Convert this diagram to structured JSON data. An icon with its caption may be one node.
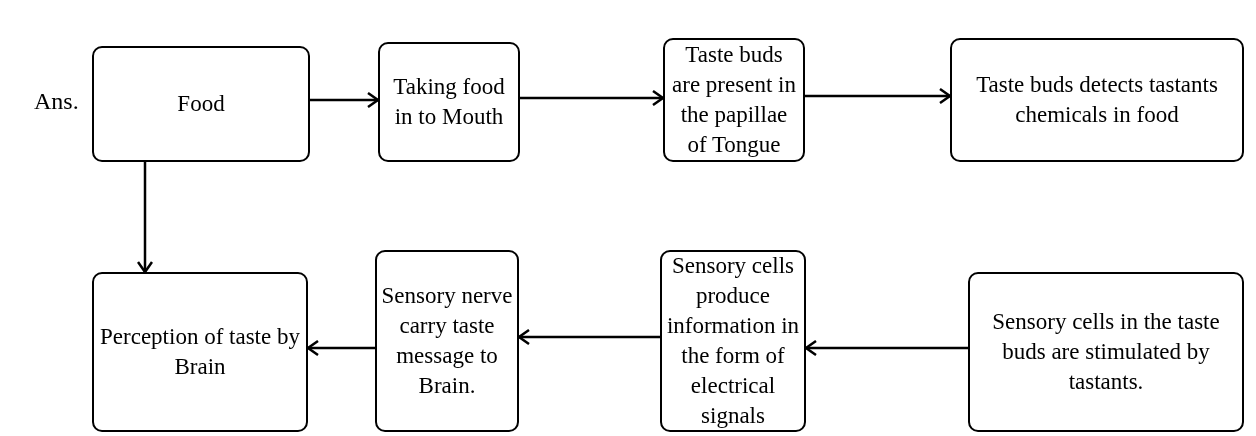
{
  "diagram": {
    "nodes": [
      {
        "text": [
          "Food"
        ]
      },
      {
        "text": [
          "Taking food in to Mouth"
        ]
      },
      {
        "text": [
          "Taste buds are present in the papillae of Tongue"
        ]
      },
      {
        "text": [
          "Taste buds detects tastants chemicals in food"
        ]
      },
      {
        "text": [
          "Perception of taste by Brain"
        ]
      },
      {
        "text": [
          "Sensory nerve carry taste message to Brain."
        ]
      },
      {
        "text": [
          "Sensory cells produce information in the form of electrical signals"
        ]
      },
      {
        "text": [
          "Sensory cells in the taste buds are stimulated by tastants."
        ]
      }
    ],
    "edges": [
      {
        "from": 0,
        "to": 1,
        "arrow": "to"
      },
      {
        "from": 1,
        "to": 2,
        "arrow": "to"
      },
      {
        "from": 2,
        "to": 3,
        "arrow": "to"
      },
      {
        "from": 0,
        "to": 4,
        "arrow": "to"
      },
      {
        "from": 7,
        "to": 6,
        "arrow": "to"
      },
      {
        "from": 6,
        "to": 5,
        "arrow": "to"
      },
      {
        "from": 5,
        "to": 4,
        "arrow": "to"
      }
    ],
    "labels": [
      "Ans."
    ]
  }
}
